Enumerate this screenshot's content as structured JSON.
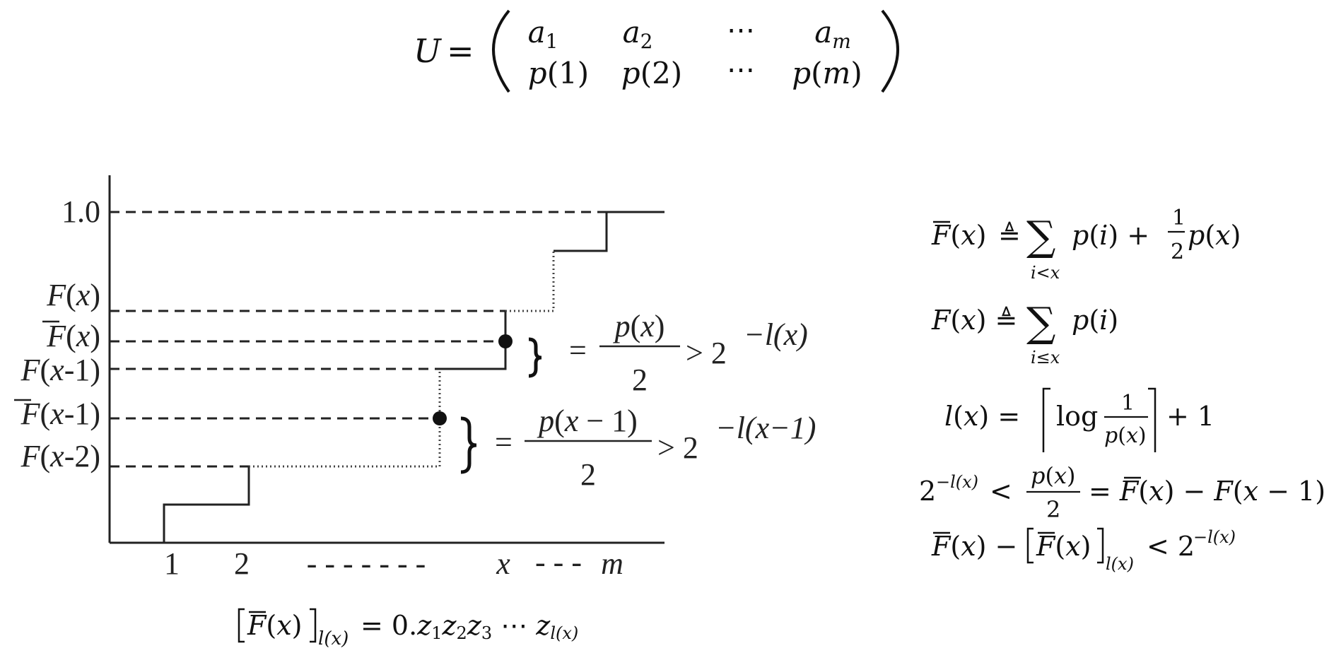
{
  "matrix": {
    "lhs": "U =",
    "top_row": [
      "a1",
      "a2",
      "⋯",
      "am"
    ],
    "bottom_row": [
      "p(1)",
      "p(2)",
      "⋯",
      "p(m)"
    ]
  },
  "diagram": {
    "y_labels": [
      "1.0",
      "F(x)",
      "F̄(x)",
      "F(x-1)",
      "F̄(x-1)",
      "F(x-2)"
    ],
    "x_labels": [
      "1",
      "2",
      "- - - - - - -",
      "x",
      "- - -",
      "m"
    ],
    "annotation_top": {
      "eq": "=",
      "num": "p(x)",
      "den": "2",
      "rhs": "> 2",
      "exp": "−l(x)"
    },
    "annotation_bottom": {
      "eq": "=",
      "num": "p(x − 1)",
      "den": "2",
      "rhs": "> 2",
      "exp": "−l(x−1)"
    },
    "caption": "[F̄(x)]l(x) = 0.z1z2z3 ⋯ zl(x)"
  },
  "equations": [
    "F̄(x) ≜ Σi<x p(i) + ½p(x)",
    "F(x) ≜ Σi≤x p(i)",
    "l(x) = ⌈log 1/p(x)⌉ + 1",
    "2−l(x) < p(x)/2 = F̄(x) − F(x − 1)",
    "F̄(x) − [F̄(x)]l(x) < 2−l(x)"
  ],
  "colors": {
    "ink": "#111111",
    "background": "#ffffff"
  }
}
